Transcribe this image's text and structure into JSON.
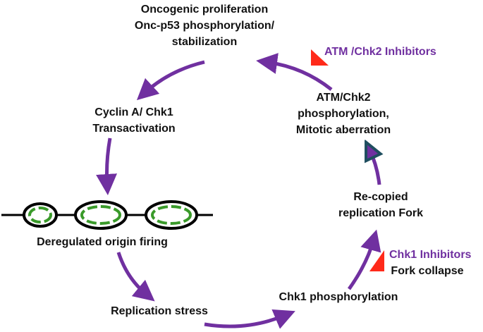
{
  "nodes": {
    "top": [
      "Oncogenic proliferation",
      "Onc-p53 phosphorylation/",
      "stabilization"
    ],
    "cyclin": [
      "Cyclin A/ Chk1",
      "Transactivation"
    ],
    "origin": "Deregulated origin firing",
    "stress": "Replication stress",
    "chk1": "Chk1 phosphorylation",
    "fork": [
      "Re-copied",
      "replication Fork"
    ],
    "atm": [
      "ATM/Chk2",
      "phosphorylation,",
      "Mitotic aberration"
    ]
  },
  "inhibitors": {
    "atm": "ATM /Chk2 Inhibitors",
    "chk1": "Chk1 Inhibitors",
    "chk1_effect": "Fork collapse"
  },
  "colors": {
    "arrow": "#7030a0",
    "inhibitor": "#ff2a1a",
    "origin": "#3a9a2a",
    "dna": "#000000",
    "atm_arrowhead_outline": "#1f4e5f"
  }
}
